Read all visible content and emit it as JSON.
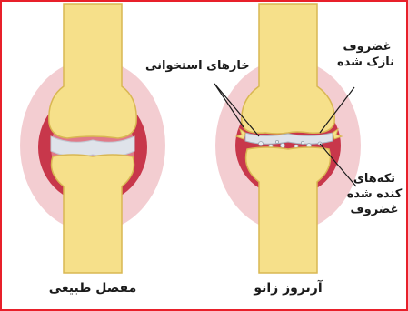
{
  "colors": {
    "frame": "#e8202a",
    "bone": "#f6e08a",
    "bone_edge": "#d9b752",
    "capsule_outer": "#f2c8cc",
    "capsule_inner": "#c8374b",
    "cartilage": "#dfe3ea",
    "background": "#ffffff"
  },
  "labels": {
    "normal_joint": "مفصل طبیعی",
    "arthrosis": "آرتروز زانو",
    "osteophytes": "خارهای استخوانی",
    "thin_cartilage_1": "غضروف",
    "thin_cartilage_2": "نازک شده",
    "fragments_1": "تکه‌های",
    "fragments_2": "کنده شده",
    "fragments_3": "غضروف"
  }
}
